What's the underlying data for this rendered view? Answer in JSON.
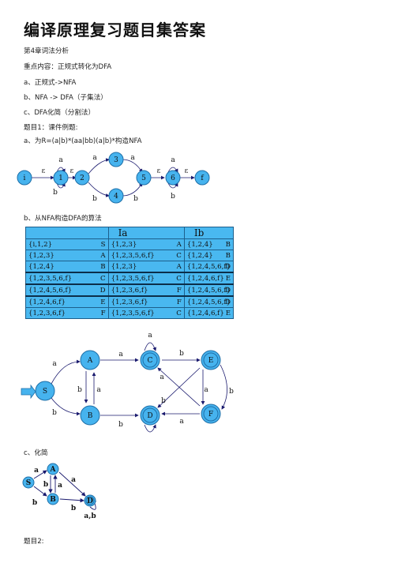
{
  "doc": {
    "title": "编译原理复习题目集答案",
    "lines": [
      "第4章词法分析",
      "重点内容：正规式转化为DFA",
      "a、正规式->NFA",
      "b、NFA -> DFA（子集法）",
      "c、DFA化简（分割法）",
      "题目1：课件例题:",
      "a、为R=(a|b)*(aa|bb)(a|b)*构造NFA",
      "b、从NFA构造DFA的算法",
      "c、化简",
      "题目2:"
    ]
  },
  "nfa": {
    "states": [
      "i",
      "1",
      "2",
      "3",
      "4",
      "5",
      "6",
      "f"
    ],
    "edge_labels": {
      "eps": "ε",
      "a": "a",
      "b": "b"
    }
  },
  "subset_table": {
    "headers": [
      "Ia",
      "Ib"
    ],
    "rows": [
      {
        "set": "{i,1,2}",
        "state": "S",
        "ia": "{1,2,3}",
        "ia_state": "A",
        "ib": "{1,2,4}",
        "ib_state": "B"
      },
      {
        "set": "{1,2,3}",
        "state": "A",
        "ia": "{1,2,3,5,6,f}",
        "ia_state": "C",
        "ib": "{1,2,4}",
        "ib_state": "B"
      },
      {
        "set": "{1,2,4}",
        "state": "B",
        "ia": "{1,2,3}",
        "ia_state": "A",
        "ib": "{1,2,4,5,6,f}",
        "ib_state": "D"
      },
      {
        "set": "{1,2,3,5,6,f}",
        "state": "C",
        "ia": "{1,2,3,5,6,f}",
        "ia_state": "C",
        "ib": "{1,2,4,6,f}",
        "ib_state": "E"
      },
      {
        "set": "{1,2,4,5,6,f}",
        "state": "D",
        "ia": "{1,2,3,6,f}",
        "ia_state": "F",
        "ib": "{1,2,4,5,6,f}",
        "ib_state": "D"
      },
      {
        "set": "{1,2,4,6,f}",
        "state": "E",
        "ia": "{1,2,3,6,f}",
        "ia_state": "F",
        "ib": "{1,2,4,5,6,f}",
        "ib_state": "D"
      },
      {
        "set": "{1,2,3,6,f}",
        "state": "F",
        "ia": "{1,2,3,5,6,f}",
        "ia_state": "C",
        "ib": "{1,2,4,6,f}",
        "ib_state": "E"
      }
    ]
  },
  "dfa": {
    "states": [
      "S",
      "A",
      "B",
      "C",
      "D",
      "E",
      "F"
    ]
  },
  "min_dfa": {
    "states": [
      "S",
      "A",
      "B",
      "D"
    ],
    "loop_label": "a,b"
  },
  "colors": {
    "node": "#46b3ee",
    "stroke": "#1e6fa8",
    "table": "#49b8f0",
    "arrow": "#1a1a6e"
  }
}
